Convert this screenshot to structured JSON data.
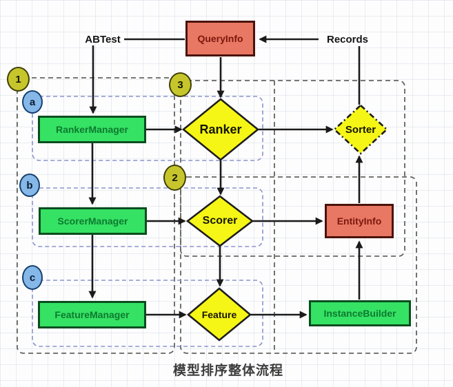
{
  "diagram": {
    "caption": "模型排序整体流程",
    "labels": {
      "abtest": "ABTest",
      "records": "Records"
    },
    "nodes": {
      "query_info": "QueryInfo",
      "ranker_manager": "RankerManager",
      "scorer_manager": "ScorerManager",
      "feature_manager": "FeatureManager",
      "entity_info": "EntityInfo",
      "instance_builder": "InstanceBuilder",
      "ranker": "Ranker",
      "scorer": "Scorer",
      "feature": "Feature",
      "sorter": "Sorter"
    },
    "badges": {
      "1": "1",
      "2": "2",
      "3": "3",
      "a": "a",
      "b": "b",
      "c": "c"
    },
    "edges": [
      "ABTest -> RankerManager",
      "ABTest - QueryInfo",
      "Records -> QueryInfo",
      "Sorter - Records",
      "QueryInfo -> Ranker",
      "RankerManager -> Ranker",
      "RankerManager -> ScorerManager",
      "Ranker -> Sorter",
      "Ranker -> Scorer",
      "ScorerManager -> Scorer",
      "ScorerManager -> FeatureManager",
      "Scorer -> EntityInfo",
      "Scorer -> Feature",
      "EntityInfo -> Sorter",
      "FeatureManager -> Feature",
      "Feature -> InstanceBuilder",
      "InstanceBuilder -> EntityInfo"
    ],
    "colors": {
      "box_green": "#35e264",
      "box_red": "#e87863",
      "diamond_yellow": "#f6f616",
      "badge_olive": "#c6c62c",
      "badge_blue": "#85b8e8",
      "arrow": "#1a1a1a",
      "group_dash": "#63635f",
      "row_dash": "#8a93cc"
    }
  }
}
